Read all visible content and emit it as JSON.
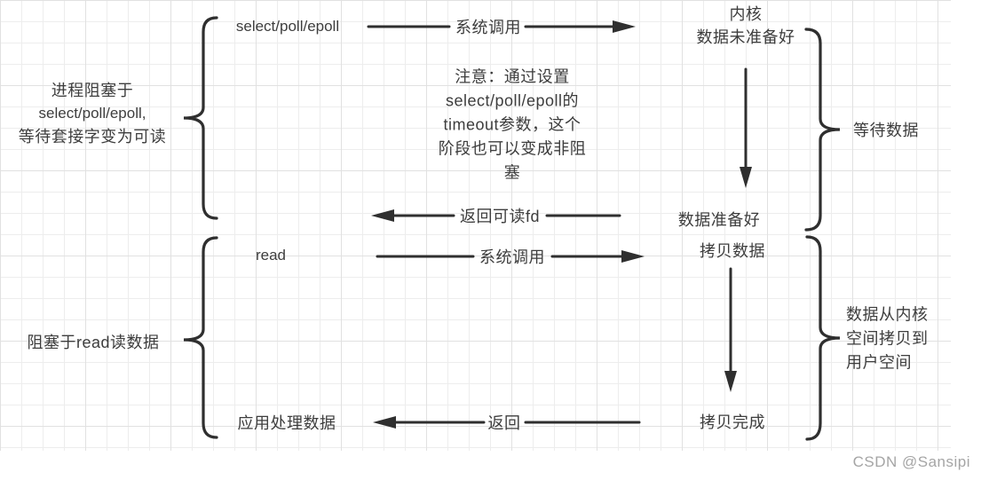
{
  "colors": {
    "ink": "#2f2f2f",
    "text": "#3d3d3d",
    "grid_minor": "#ededed",
    "grid_major": "#e1e1e1",
    "watermark": "#a5a5a5"
  },
  "nodes": {
    "select_call": "select/poll/epoll",
    "kernel": {
      "lines": [
        "内核",
        "数据未准备好"
      ]
    },
    "data_ready": "数据准备好",
    "read_call": "read",
    "copy_data": "拷贝数据",
    "copy_done": "拷贝完成",
    "app_process": "应用处理数据"
  },
  "arrows": {
    "syscall_top": "系统调用",
    "return_fd": "返回可读fd",
    "syscall_bottom": "系统调用",
    "return_bottom": "返回"
  },
  "notes": {
    "process_block": {
      "lines": [
        "进程阻塞于",
        "select/poll/epoll,",
        "等待套接字变为可读"
      ]
    },
    "timeout": {
      "lines": [
        "注意：通过设置",
        "select/poll/epoll的",
        "timeout参数，这个",
        "阶段也可以变成非阻",
        "塞"
      ]
    },
    "read_block": "阻塞于read读数据",
    "wait_data": "等待数据",
    "copy_span": {
      "lines": [
        "数据从内核",
        "空间拷贝到",
        "用户空间"
      ]
    }
  },
  "watermark": "CSDN @Sansipi"
}
